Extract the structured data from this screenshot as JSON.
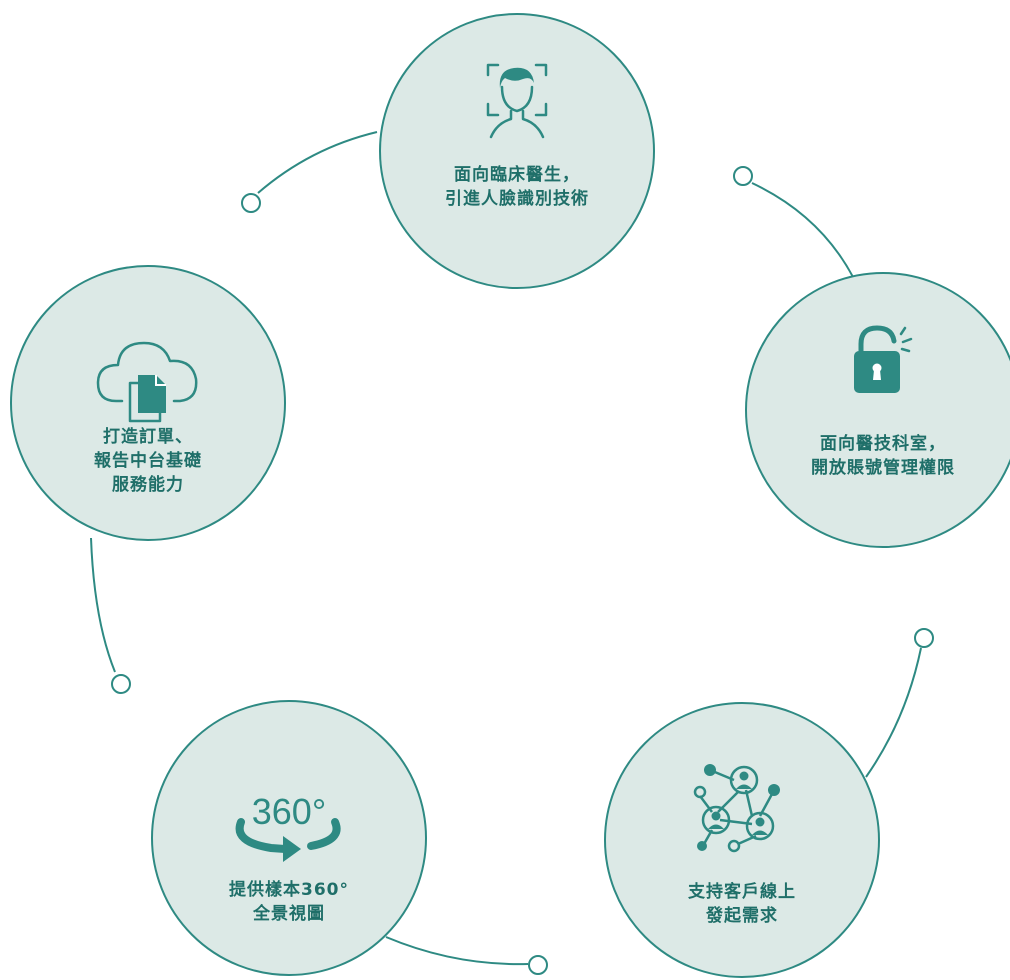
{
  "colors": {
    "accent": "#2e8a83",
    "fill": "#dce9e6",
    "text": "#1f6f69",
    "background": "#ffffff"
  },
  "nodes": [
    {
      "id": "face-recognition",
      "icon": "face-scan-icon",
      "lines": [
        "面向臨床醫生，",
        "引進人臉識別技術"
      ]
    },
    {
      "id": "account-permissions",
      "icon": "padlock-icon",
      "lines": [
        "面向醫技科室，",
        "開放賬號管理權限"
      ]
    },
    {
      "id": "online-requests",
      "icon": "network-users-icon",
      "lines": [
        "支持客戶線上",
        "發起需求"
      ]
    },
    {
      "id": "sample-360",
      "icon": "rotate-360-icon",
      "icon_text": "360°",
      "lines": [
        "提供樣本360°",
        "全景視圖"
      ]
    },
    {
      "id": "order-report-platform",
      "icon": "cloud-documents-icon",
      "lines": [
        "打造訂單、",
        "報告中台基礎",
        "服務能力"
      ]
    }
  ]
}
